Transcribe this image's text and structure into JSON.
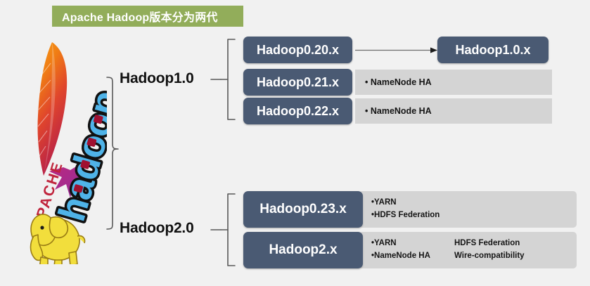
{
  "banner": {
    "title": "Apache Hadoop版本分为两代"
  },
  "logo": {
    "name": "apache-hadoop-logo",
    "apache_text": "APACHE",
    "wordmark": "hadoop"
  },
  "generations": [
    {
      "id": "hadoop1",
      "label": "Hadoop1.0"
    },
    {
      "id": "hadoop2",
      "label": "Hadoop2.0"
    }
  ],
  "releases": {
    "v020": {
      "label": "Hadoop0.20.x"
    },
    "v100": {
      "label": "Hadoop1.0.x"
    },
    "v021": {
      "label": "Hadoop0.21.x"
    },
    "v022": {
      "label": "Hadoop0.22.x"
    },
    "v023": {
      "label": "Hadoop0.23.x"
    },
    "v2x": {
      "label": "Hadoop2.x"
    }
  },
  "features": {
    "v021": {
      "line1": "• NameNode HA"
    },
    "v022": {
      "line1": "• NameNode HA"
    },
    "v023": {
      "line1": "•YARN",
      "line2": "•HDFS Federation"
    },
    "v2x": {
      "row1_col1": "•YARN",
      "row1_col2": "HDFS Federation",
      "row2_col1": "•NameNode HA",
      "row2_col2": "Wire-compatibility"
    }
  },
  "colors": {
    "background": "#f1f1f1",
    "banner_green": "#92ad5a",
    "box_slate": "#4a5a73",
    "panel_gray": "#d4d4d4",
    "connector_gray": "#595959",
    "text_dark": "#111111",
    "text_light": "#ffffff"
  },
  "arrow": {
    "from": "Hadoop0.20.x",
    "to": "Hadoop1.0.x"
  }
}
